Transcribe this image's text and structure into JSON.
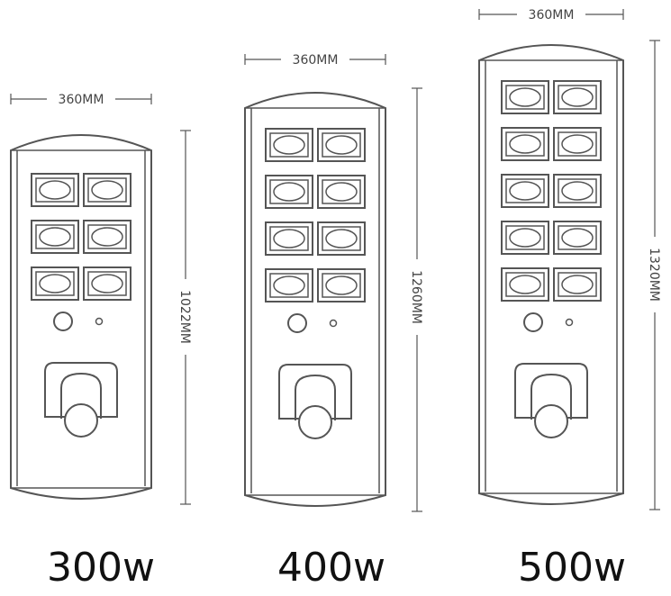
{
  "lights": [
    {
      "id": "light-300w",
      "wattage": "300w",
      "width_label": "360MM",
      "height_label": "1022MM",
      "led_rows": 3,
      "led_cols": 2
    },
    {
      "id": "light-400w",
      "wattage": "400w",
      "width_label": "360MM",
      "height_label": "1260MM",
      "led_rows": 4,
      "led_cols": 2
    },
    {
      "id": "light-500w",
      "wattage": "500w",
      "width_label": "360MM",
      "height_label": "1320MM",
      "led_rows": 5,
      "led_cols": 2
    }
  ],
  "colors": {
    "stroke": "#555555",
    "text": "#111111"
  }
}
